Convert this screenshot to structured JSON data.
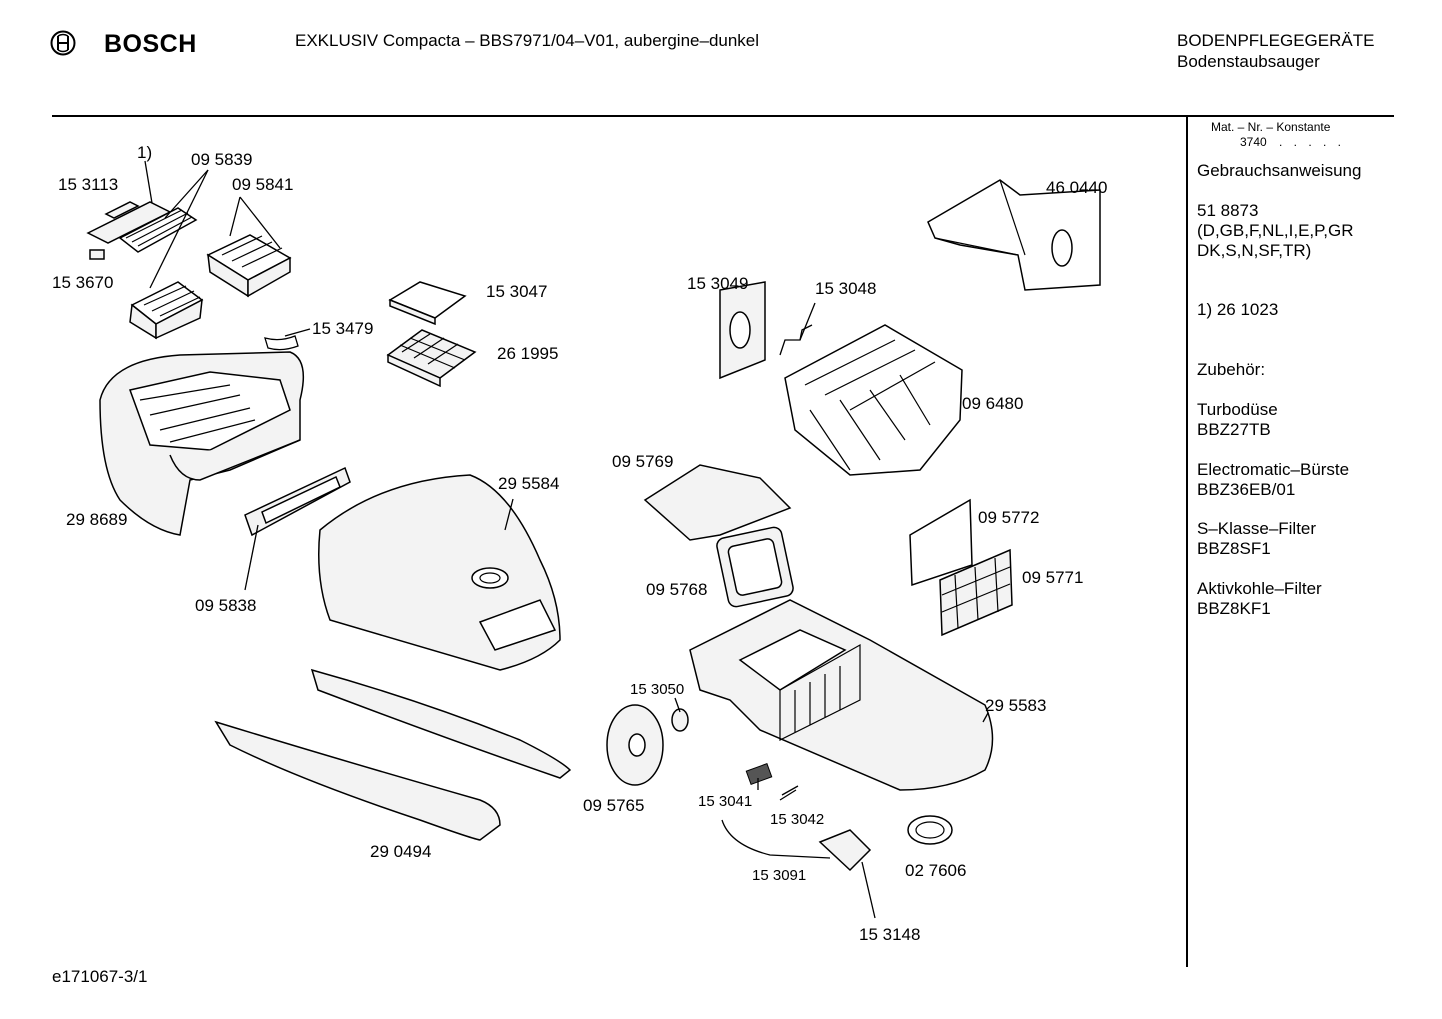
{
  "header": {
    "brand": "BOSCH",
    "model_title": "EXKLUSIV Compacta – BBS7971/04–V01, aubergine–dunkel",
    "category": "BODENPFLEGEGERÄTE",
    "subcategory": "Bodenstaubsauger"
  },
  "sidebar": {
    "mat_label": "Mat. – Nr. – Konstante",
    "mat_value": "3740",
    "mat_dots": ". . . . .",
    "manual_title": "Gebrauchsanweisung",
    "manual_number": "51 8873",
    "manual_languages_1": "(D,GB,F,NL,I,E,P,GR",
    "manual_languages_2": "DK,S,N,SF,TR)",
    "note": "1) 26 1023",
    "accessories_title": "Zubehör:",
    "accessories": [
      {
        "name": "Turbodüse",
        "code": "BBZ27TB"
      },
      {
        "name": "Electromatic–Bürste",
        "code": "BBZ36EB/01"
      },
      {
        "name": "S–Klasse–Filter",
        "code": "BBZ8SF1"
      },
      {
        "name": "Aktivkohle–Filter",
        "code": "BBZ8KF1"
      }
    ]
  },
  "callouts": [
    "1)",
    "15 3113",
    "09 5839",
    "09 5841",
    "15 3670",
    "15 3479",
    "15 3047",
    "26 1995",
    "29 8689",
    "09 5838",
    "29 5584",
    "15 3049",
    "15 3048",
    "46 0440",
    "09 6480",
    "09 5769",
    "09 5768",
    "09 5772",
    "09 5771",
    "15 3050",
    "09 5765",
    "29 5583",
    "15 3041",
    "15 3042",
    "15 3091",
    "02 7606",
    "15 3148",
    "29 0494"
  ],
  "footer": {
    "drawing_id": "e171067-3/1"
  }
}
